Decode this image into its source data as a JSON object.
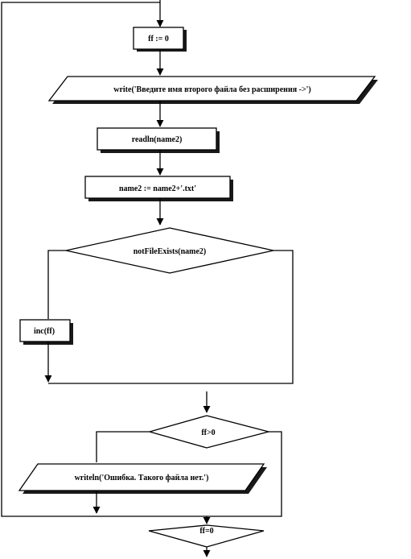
{
  "nodes": {
    "ff_init": "ff := 0",
    "write_prompt": "write('Введите  имя второго файла без расширения  ->')",
    "readln": "readln(name2)",
    "concat": "name2 := name2+'.txt'",
    "cond_exists": "notFileExists(name2)",
    "inc": "inc(ff)",
    "cond_ff": "ff>0",
    "writeln_error": "writeln('Ошибка.  Такого файла нет.')",
    "cond_ff0": "ff=0"
  },
  "colors": {
    "stroke": "#000000",
    "fill": "#ffffff"
  }
}
